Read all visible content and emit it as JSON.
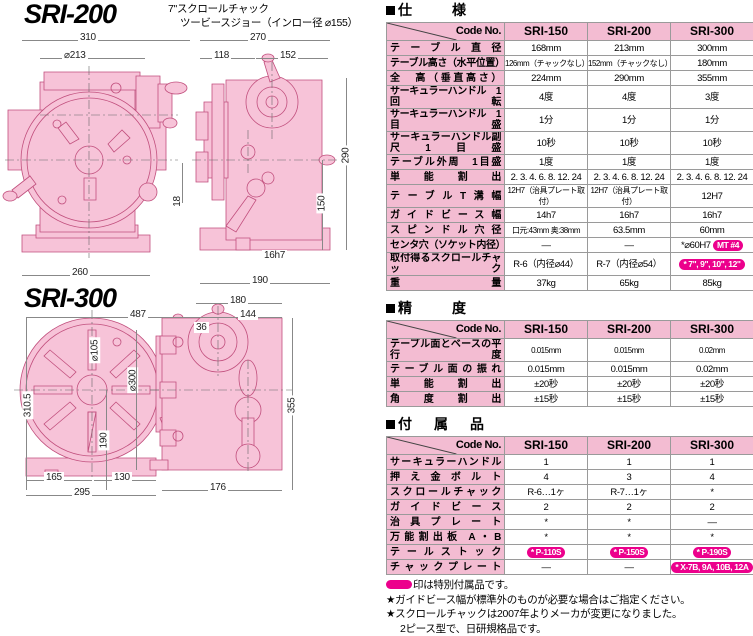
{
  "drawings": {
    "model_200": {
      "title": "SRI-200",
      "chuck_note_line1": "7\"スクロールチャック",
      "chuck_note_line2": "ツービースジョー（インロー径 ⌀155）",
      "dims": {
        "top_width": "310",
        "table_dia": "⌀213",
        "right_top_1": "270",
        "right_top_2": "118",
        "right_top_3": "152",
        "base_width": "260",
        "height_total": "290",
        "center_height": "150",
        "tslot": "16h7",
        "depth": "190",
        "step": "18"
      }
    },
    "model_300": {
      "title": "SRI-300",
      "dims": {
        "top_width": "487",
        "right_top_1": "180",
        "right_top_2": "144",
        "offset_36": "36",
        "spindle_dia": "⌀105",
        "table_dia": "⌀300",
        "height_total": "355",
        "height_310": "310.5",
        "center_height": "190",
        "base_left": "165",
        "base_right": "130",
        "base_width": "295",
        "depth": "176"
      }
    }
  },
  "spec": {
    "heading": "仕　　様",
    "code_label": "Code No.",
    "models": [
      "SRI-150",
      "SRI-200",
      "SRI-300"
    ],
    "rows": [
      {
        "label": "テーブル直径",
        "values": [
          "168mm",
          "213mm",
          "300mm"
        ]
      },
      {
        "label": "テーブル高さ（水平位置）",
        "values": [
          "126mm（チャックなし）",
          "152mm（チャックなし）",
          "180mm"
        ],
        "small": [
          true,
          true,
          false
        ]
      },
      {
        "label": "全　高（垂直高さ）",
        "values": [
          "224mm",
          "290mm",
          "355mm"
        ]
      },
      {
        "label": "サーキュラーハンドル　1回転",
        "values": [
          "4度",
          "4度",
          "3度"
        ]
      },
      {
        "label": "サーキュラーハンドル　1目盛",
        "values": [
          "1分",
          "1分",
          "1分"
        ]
      },
      {
        "label": "サーキュラーハンドル副尺1目盛",
        "values": [
          "10秒",
          "10秒",
          "10秒"
        ]
      },
      {
        "label": "テーブル外周　1目盛",
        "values": [
          "1度",
          "1度",
          "1度"
        ]
      },
      {
        "label": "単　能　割　出",
        "values": [
          "2. 3. 4. 6. 8. 12. 24",
          "2. 3. 4. 6. 8. 12. 24",
          "2. 3. 4. 6. 8. 12. 24"
        ]
      },
      {
        "label": "テーブルT溝幅",
        "values": [
          "12H7（治具プレート取付）",
          "12H7（治具プレート取付）",
          "12H7"
        ],
        "small": [
          true,
          true,
          false
        ]
      },
      {
        "label": "ガイドビース幅",
        "values": [
          "14h7",
          "16h7",
          "16h7"
        ]
      },
      {
        "label": "スピンドル穴径",
        "values": [
          "口元:43mm 奥:38mm",
          "63.5mm",
          "60mm"
        ],
        "small": [
          true,
          false,
          false
        ]
      },
      {
        "label": "センタ穴（ソケット内径）",
        "values": [
          "―",
          "―",
          "*⌀60H7"
        ],
        "hl": [
          null,
          null,
          "MT #4"
        ]
      },
      {
        "label": "取付得るスクロールチャック",
        "values": [
          "R-6（内径⌀44）",
          "R-7（内径⌀54）",
          ""
        ],
        "hl": [
          null,
          null,
          "* 7\", 9\", 10\", 12\""
        ]
      },
      {
        "label": "重　量",
        "values": [
          "37kg",
          "65kg",
          "85kg"
        ]
      }
    ]
  },
  "accuracy": {
    "heading": "精　　度",
    "code_label": "Code No.",
    "models": [
      "SRI-150",
      "SRI-200",
      "SRI-300"
    ],
    "rows": [
      {
        "label": "テーブル面とベースの平行度",
        "values": [
          "0.015mm",
          "0.015mm",
          "0.02mm"
        ],
        "small": true
      },
      {
        "label": "テーブル面の振れ",
        "values": [
          "0.015mm",
          "0.015mm",
          "0.02mm"
        ]
      },
      {
        "label": "単　能　割　出",
        "values": [
          "±20秒",
          "±20秒",
          "±20秒"
        ]
      },
      {
        "label": "角　度　割　出",
        "values": [
          "±15秒",
          "±15秒",
          "±15秒"
        ]
      }
    ]
  },
  "accessories": {
    "heading": "付　属　品",
    "code_label": "Code No.",
    "models": [
      "SRI-150",
      "SRI-200",
      "SRI-300"
    ],
    "rows": [
      {
        "label": "サーキュラーハンドル",
        "values": [
          "1",
          "1",
          "1"
        ]
      },
      {
        "label": "押え金ボルト",
        "values": [
          "4",
          "3",
          "4"
        ]
      },
      {
        "label": "スクロールチャック",
        "values": [
          "R-6…1ヶ",
          "R-7…1ヶ",
          "*"
        ]
      },
      {
        "label": "ガイドビース",
        "values": [
          "2",
          "2",
          "2"
        ]
      },
      {
        "label": "治具プレート",
        "values": [
          "*",
          "*",
          "―"
        ]
      },
      {
        "label": "万能割出板 A・B",
        "values": [
          "*",
          "*",
          "*"
        ]
      },
      {
        "label": "テールストック",
        "values": [
          "",
          "",
          ""
        ],
        "hl": [
          "* P-110S",
          "* P-150S",
          "* P-190S"
        ]
      },
      {
        "label": "チャックプレート",
        "values": [
          "―",
          "―",
          ""
        ],
        "hl": [
          null,
          null,
          "* X-7B, 9A, 10B, 12A"
        ]
      }
    ]
  },
  "notes": {
    "legend": "印は特別付属品です。",
    "note1": "★ガイドビース幅が標準外のものが必要な場合はご指定ください。",
    "note2": "★スクロールチャックは2007年よりメーカが変更になりました。",
    "note2b": "2ピース型で、日研規格品です。"
  },
  "colors": {
    "table_header_pink": "#f3bcd2",
    "drawing_fill": "#f7c3d8",
    "drawing_line": "#c14f7d",
    "highlight_magenta": "#ec008c"
  }
}
